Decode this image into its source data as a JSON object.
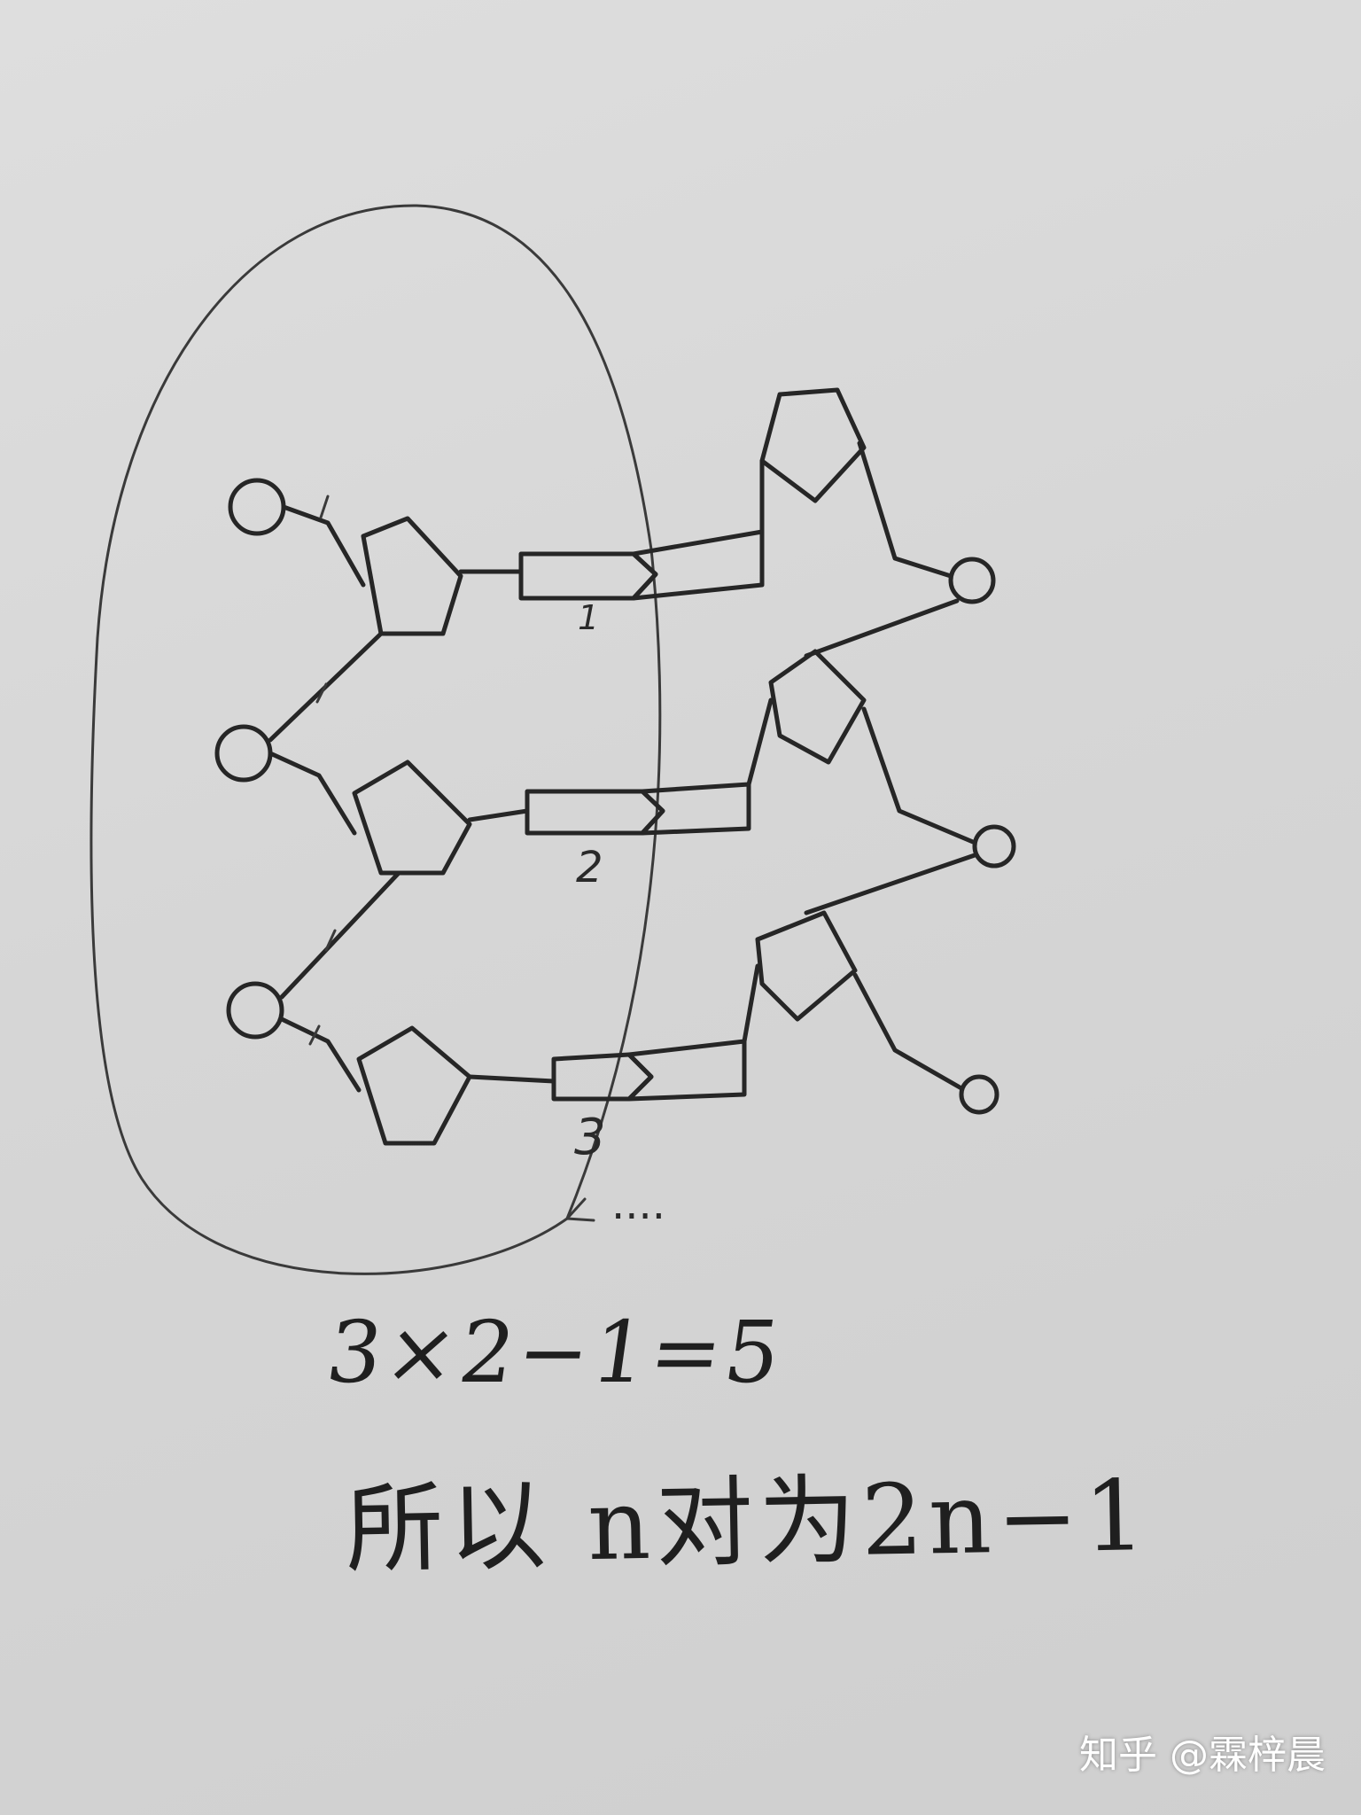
{
  "diagram": {
    "pair_labels": [
      "1",
      "2",
      "3"
    ],
    "ellipsis": "....",
    "equation": "3×2−1=5",
    "conclusion": "所以 n对为2n−1"
  },
  "watermark": "知乎 @霖梓晨",
  "colors": {
    "ink": "#262626",
    "paper": "#d6d6d6"
  }
}
